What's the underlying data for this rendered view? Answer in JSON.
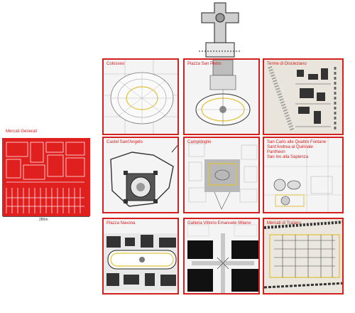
{
  "reference": {
    "label": "Mercati Generali",
    "scale": "280m"
  },
  "tiles": [
    {
      "label": "Colosseo"
    },
    {
      "label": "Piazza San Pietro"
    },
    {
      "label": "Terme di Diocleziano"
    },
    {
      "label": "Castel Sant'Angelo"
    },
    {
      "label": "Campidoglio"
    },
    {
      "label": "San Carlo alle Quattro Fontane\nSant'Andrea al Quirinale\nPantheon\nSan Ivo alla Sapienza"
    },
    {
      "label": "Piazza Navona"
    },
    {
      "label": "Galleria Vittorio Emanuele Milano"
    },
    {
      "label": "Mercati di Traiano"
    }
  ],
  "colors": {
    "accent": "#d52020",
    "reference_fill": "#e01f1f",
    "highlight": "#e0c23a"
  }
}
